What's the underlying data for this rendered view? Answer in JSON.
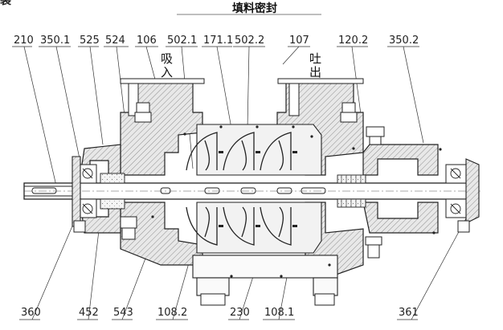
{
  "title": "填料密封",
  "corner": "装",
  "suction": [
    "吸",
    "入"
  ],
  "discharge": [
    "吐",
    "出"
  ],
  "top_labels": [
    "210",
    "350.1",
    "525",
    "524",
    "106",
    "502.1",
    "171.1",
    "502.2",
    "107",
    "120.2",
    "350.2"
  ],
  "bottom_labels": [
    "360",
    "452",
    "543",
    "108.2",
    "230",
    "108.1",
    "361"
  ]
}
